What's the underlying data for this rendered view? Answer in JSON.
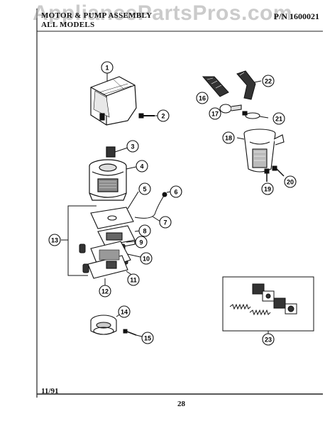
{
  "watermark": "AppliancePartsPros.com",
  "header": {
    "line1": "MOTOR & PUMP ASSEMBLY",
    "line2": "ALL MODELS",
    "part_number": "P/N 1600021"
  },
  "footer": {
    "date": "11/91",
    "page": "28"
  },
  "callouts": [
    "1",
    "2",
    "3",
    "4",
    "5",
    "6",
    "7",
    "8",
    "9",
    "10",
    "11",
    "12",
    "13",
    "14",
    "15",
    "16",
    "17",
    "18",
    "19",
    "20",
    "21",
    "22",
    "23"
  ]
}
